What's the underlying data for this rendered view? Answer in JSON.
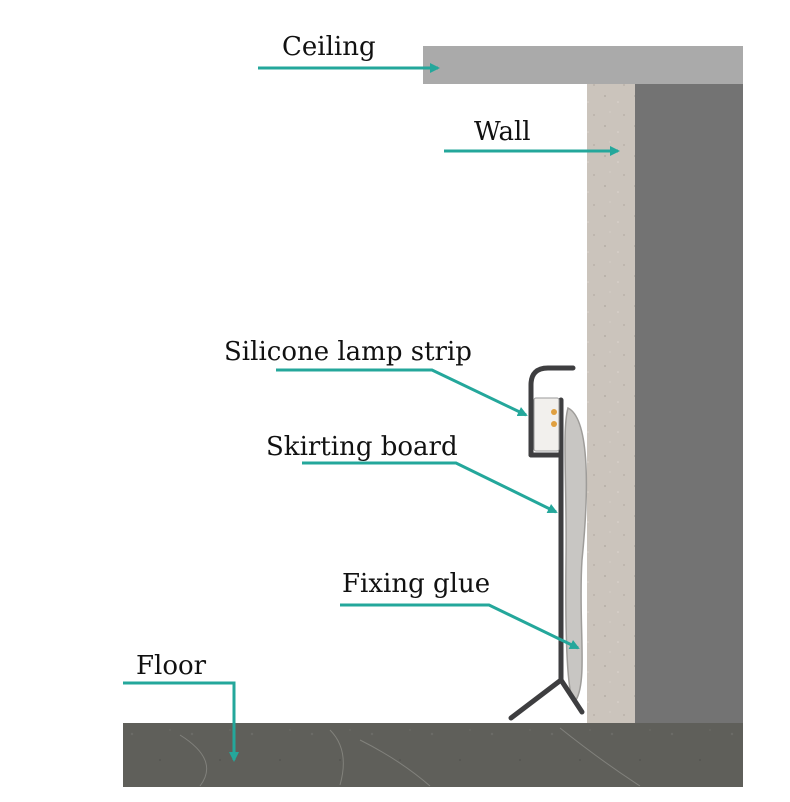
{
  "labels": {
    "ceiling": "Ceiling",
    "wall": "Wall",
    "lamp_strip": "Silicone lamp strip",
    "skirting": "Skirting board",
    "glue": "Fixing glue",
    "floor": "Floor"
  },
  "colors": {
    "arrow": "#24a79b",
    "ceiling": "#aaaaaa",
    "wall_face": "#cbc4bc",
    "wall_core": "#737373",
    "floor": "#5f5f5a",
    "skirting": "#3e3e40",
    "glue": "#c8c6c3",
    "led": "#e0a040"
  }
}
